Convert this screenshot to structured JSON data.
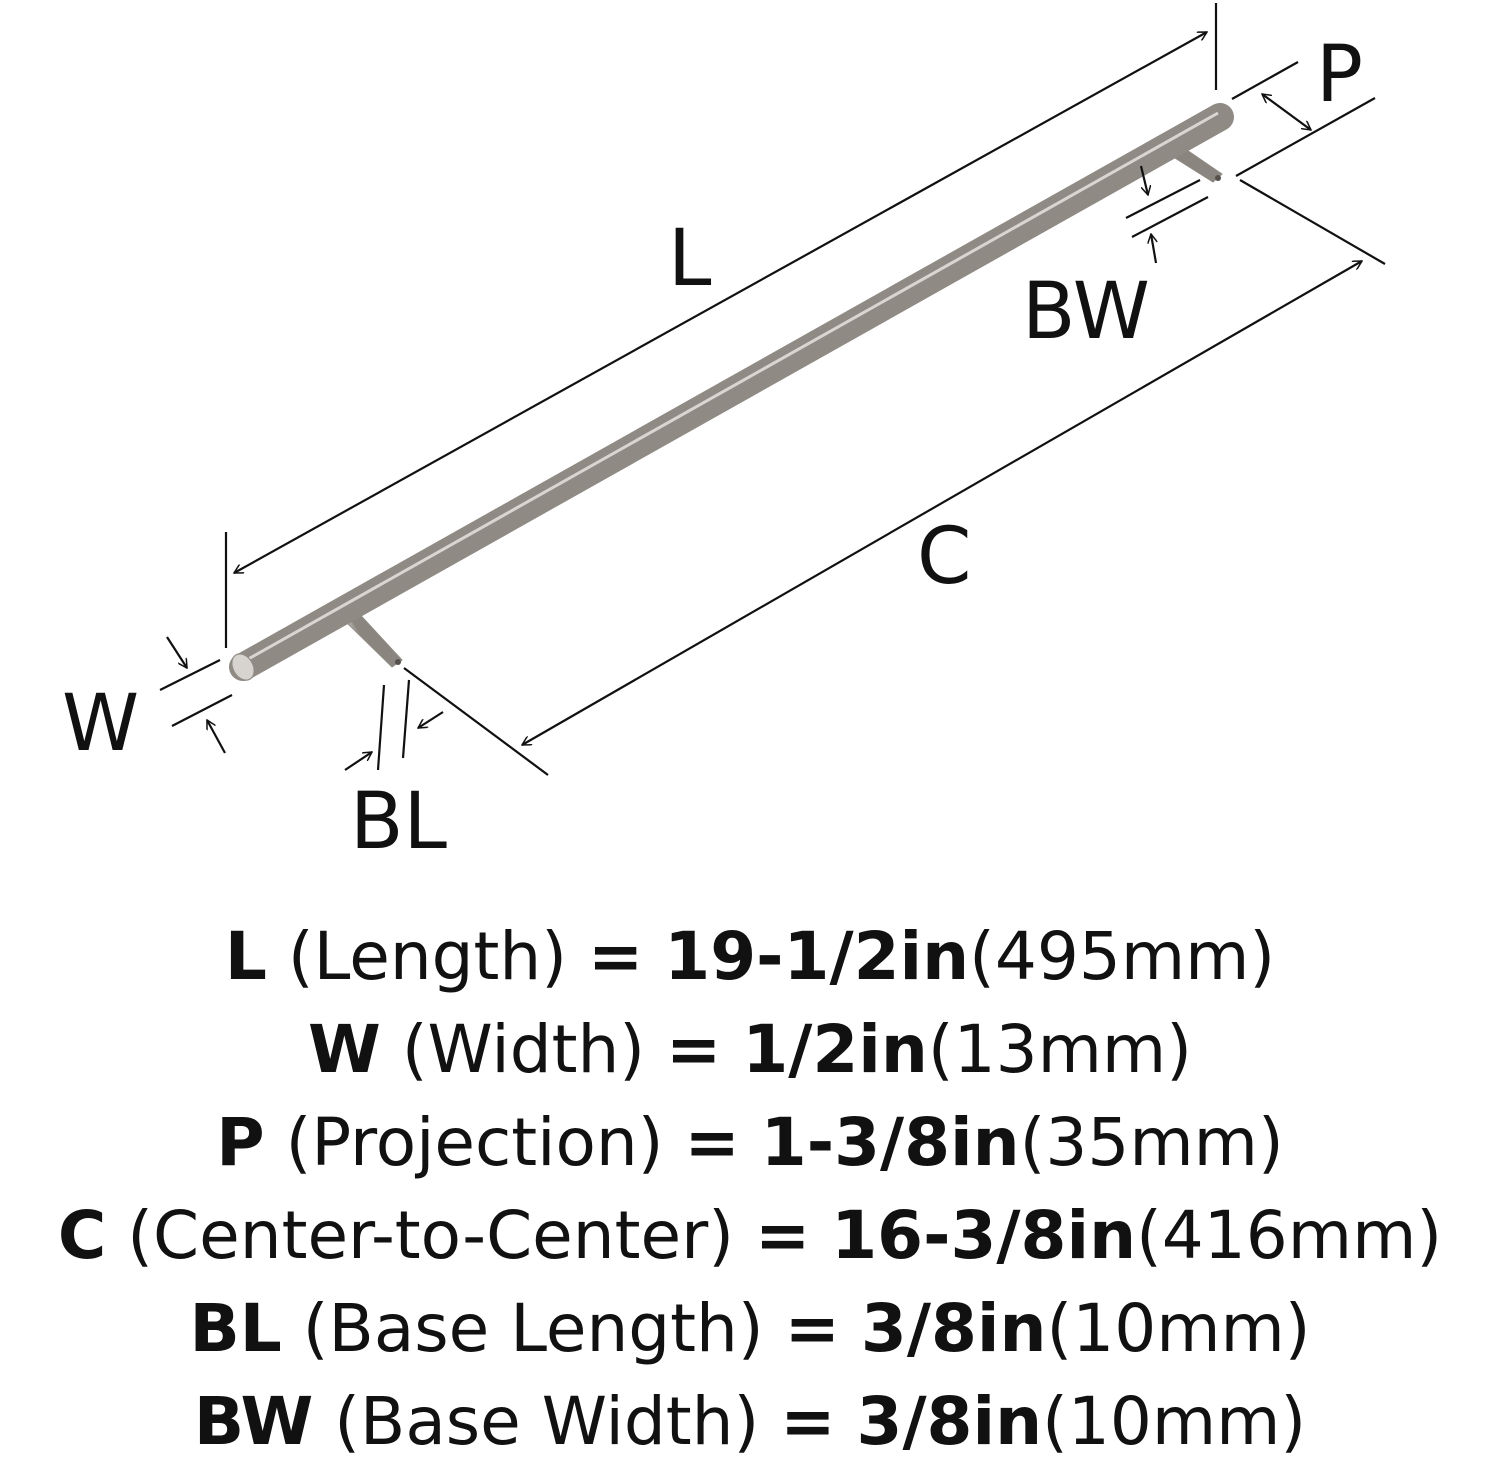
{
  "diagram": {
    "labels": {
      "L": "L",
      "P": "P",
      "BW": "BW",
      "C": "C",
      "W": "W",
      "BL": "BL"
    },
    "colors": {
      "ink": "#111111",
      "bar_light": "#e2dfda",
      "bar_mid": "#c2beb8",
      "bar_dark": "#8f8a84",
      "end_cap": "#d7d3ce"
    }
  },
  "specs": [
    {
      "symbol": "L",
      "name": "(Length)",
      "eq": "=",
      "inch": "19-1/2in",
      "mm": "(495mm)"
    },
    {
      "symbol": "W",
      "name": "(Width)",
      "eq": "=",
      "inch": "1/2in",
      "mm": "(13mm)"
    },
    {
      "symbol": "P",
      "name": "(Projection)",
      "eq": "=",
      "inch": "1-3/8in",
      "mm": "(35mm)"
    },
    {
      "symbol": "C",
      "name": "(Center-to-Center)",
      "eq": "=",
      "inch": "16-3/8in",
      "mm": "(416mm)"
    },
    {
      "symbol": "BL",
      "name": "(Base Length)",
      "eq": "=",
      "inch": "3/8in",
      "mm": "(10mm)"
    },
    {
      "symbol": "BW",
      "name": "(Base Width)",
      "eq": "=",
      "inch": "3/8in",
      "mm": "(10mm)"
    }
  ]
}
